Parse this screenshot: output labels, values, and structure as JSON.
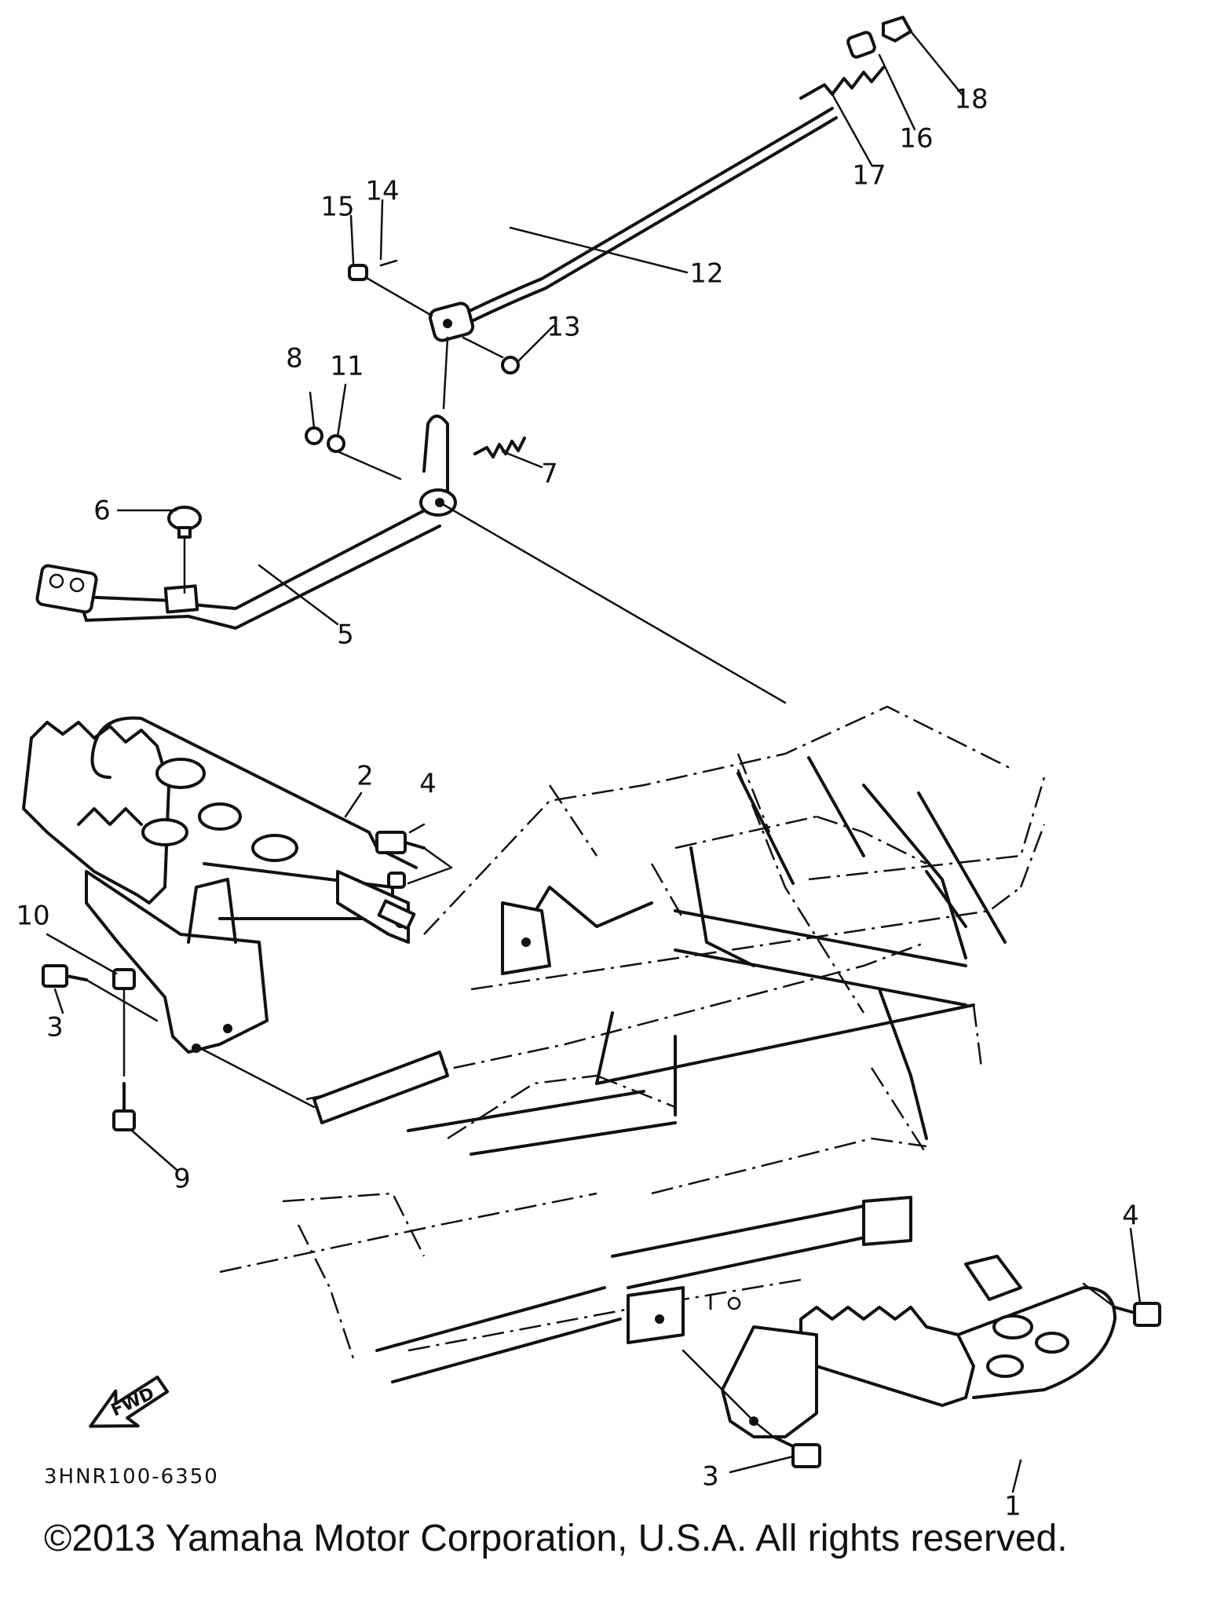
{
  "callouts": [
    "1",
    "2",
    "3",
    "4",
    "5",
    "6",
    "7",
    "8",
    "9",
    "10",
    "11",
    "12",
    "13",
    "14",
    "15",
    "16",
    "17",
    "18"
  ],
  "fwd_label": "FWD",
  "diagram_code": "3HNR100-6350",
  "copyright": "©2013 Yamaha Motor Corporation, U.S.A. All rights reserved."
}
